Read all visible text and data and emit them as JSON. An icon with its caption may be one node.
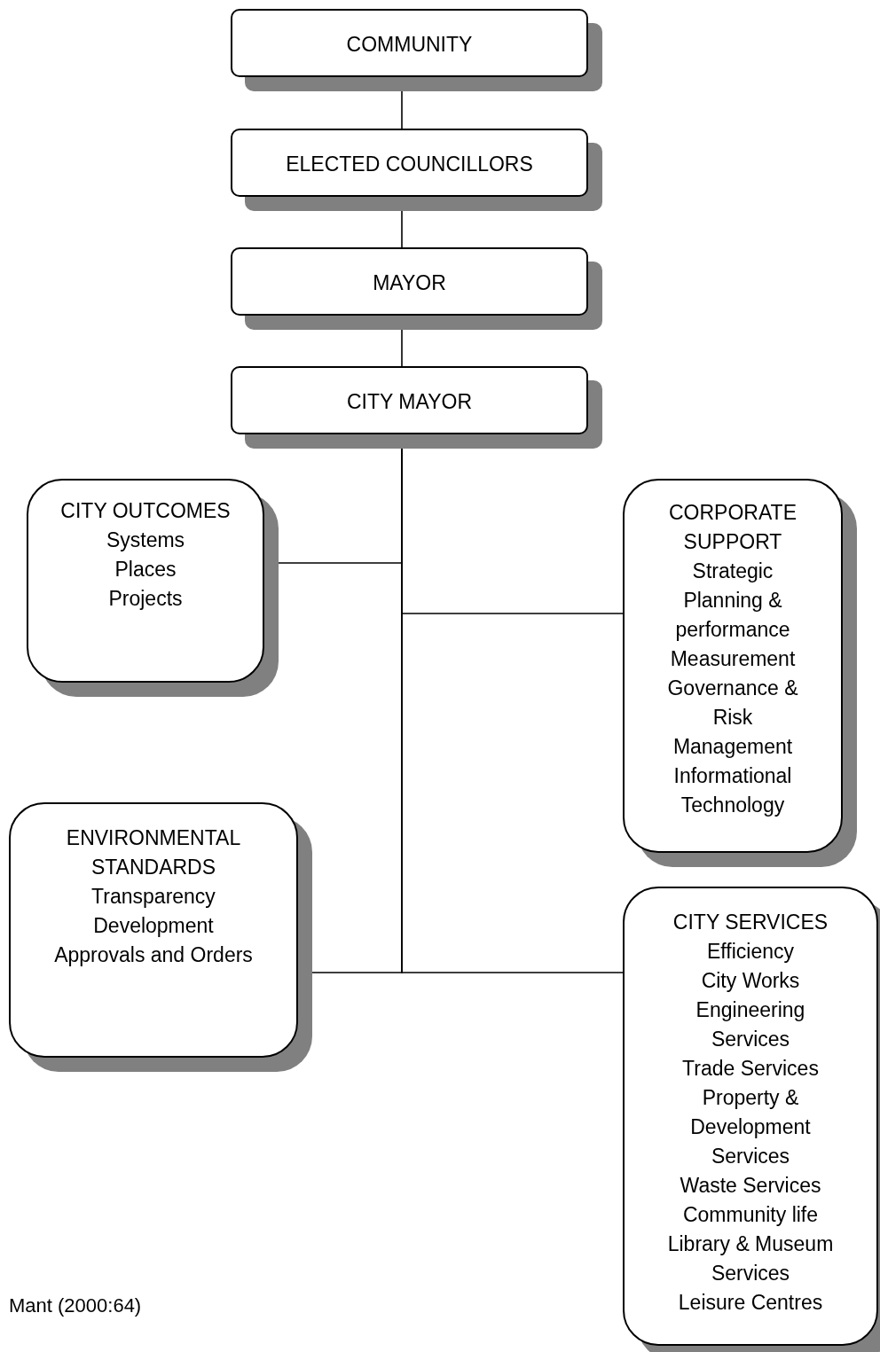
{
  "diagram": {
    "nodes": [
      {
        "text": [
          "COMMUNITY"
        ]
      },
      {
        "text": [
          "ELECTED COUNCILLORS"
        ]
      },
      {
        "text": [
          "MAYOR"
        ]
      },
      {
        "text": [
          "CITY MAYOR"
        ]
      },
      {
        "text": [
          "CITY OUTCOMES",
          "Systems",
          "Places",
          "Projects"
        ]
      },
      {
        "text": [
          "CORPORATE SUPPORT",
          "Strategic Planning & performance Measurement",
          "Governance & Risk Management",
          "Informational Technology"
        ]
      },
      {
        "text": [
          "ENVIRONMENTAL STANDARDS",
          "Transparency",
          "Development Approvals and Orders"
        ]
      },
      {
        "text": [
          "CITY SERVICES",
          "Efficiency",
          "City Works",
          "Engineering Services",
          "Trade Services",
          "Property & Development Services",
          "Waste Services",
          "Community life",
          "Library & Museum Services",
          "Leisure Centres"
        ]
      }
    ],
    "edges": [
      {
        "from": 0,
        "to": 1,
        "arrow": "none"
      },
      {
        "from": 1,
        "to": 2,
        "arrow": "none"
      },
      {
        "from": 2,
        "to": 3,
        "arrow": "none"
      },
      {
        "from": 3,
        "to": 4,
        "arrow": "none"
      },
      {
        "from": 3,
        "to": 5,
        "arrow": "none"
      },
      {
        "from": 3,
        "to": 6,
        "arrow": "none"
      },
      {
        "from": 3,
        "to": 7,
        "arrow": "none"
      }
    ],
    "labels": [
      "Mant (2000:64)"
    ]
  }
}
